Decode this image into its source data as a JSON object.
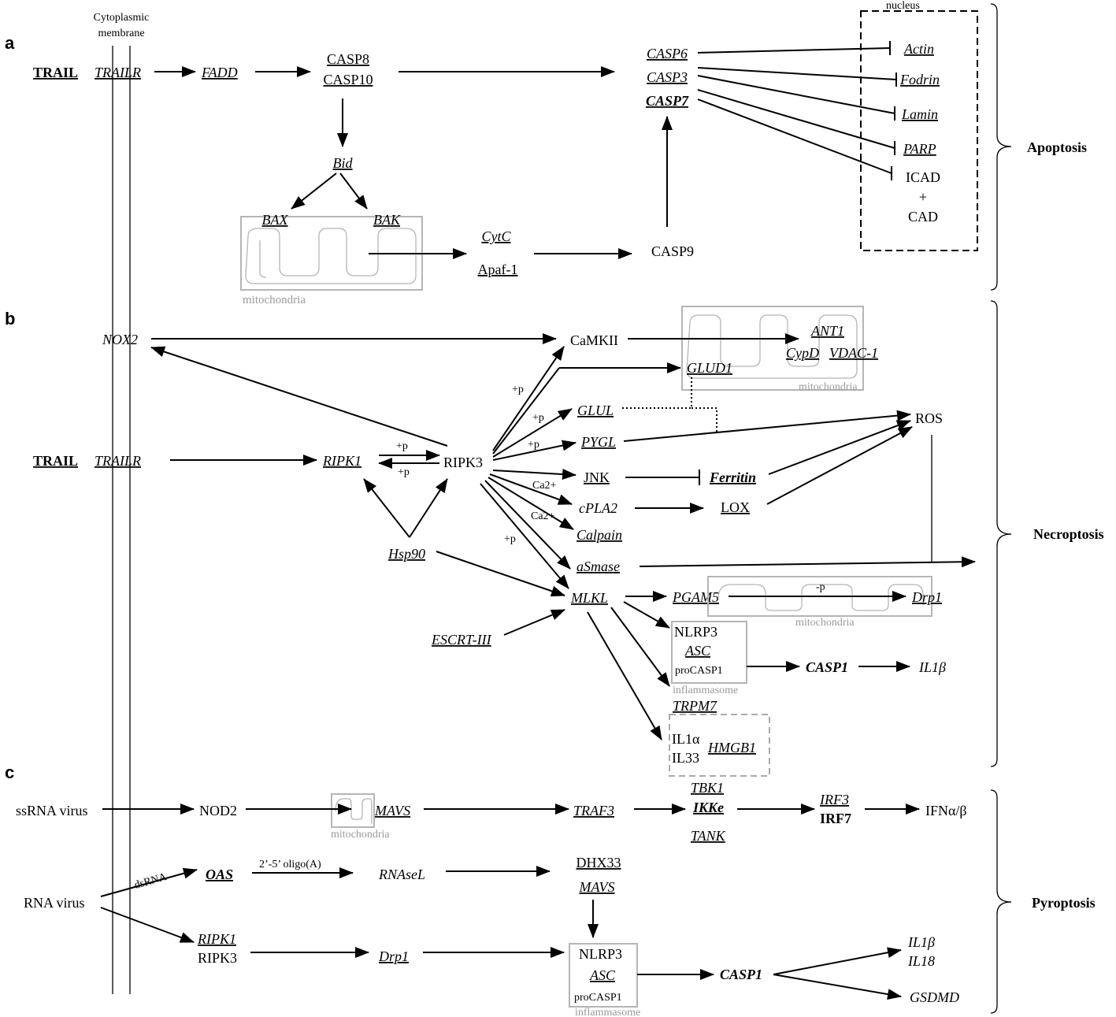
{
  "panels": {
    "a": "a",
    "b": "b",
    "c": "c"
  },
  "outcomes": {
    "apoptosis": "Apoptosis",
    "necroptosis": "Necroptosis",
    "pyroptosis": "Pyroptosis"
  },
  "membrane": {
    "line1": "Cytoplasmic",
    "line2": "membrane"
  },
  "compartments": {
    "nucleus": "nucleus",
    "mitochondria": "mitochondria",
    "inflammasome": "inflammasome"
  },
  "a": {
    "trail": "TRAIL",
    "trailr": "TRAILR",
    "fadd": "FADD",
    "casp8": "CASP8",
    "casp10": "CASP10",
    "bid": "Bid",
    "bax": "BAX",
    "bak": "BAK",
    "cytc": "CytC",
    "apaf1": "Apaf-1",
    "casp9": "CASP9",
    "casp6": "CASP6",
    "casp3": "CASP3",
    "casp7": "CASP7",
    "actin": "Actin",
    "fodrin": "Fodrin",
    "lamin": "Lamin",
    "parp": "PARP",
    "icad": "ICAD",
    "plus": "+",
    "cad": "CAD"
  },
  "b": {
    "nox2": "NOX2",
    "camkii": "CaMKII",
    "ant1": "ANT1",
    "cypd": "CypD",
    "vdac1": "VDAC-1",
    "glud1": "GLUD1",
    "glul": "GLUL",
    "pygl": "PYGL",
    "ros": "ROS",
    "trail": "TRAIL",
    "trailr": "TRAILR",
    "ripk1": "RIPK1",
    "ripk3": "RIPK3",
    "jnk": "JNK",
    "ferritin": "Ferritin",
    "cpla2": "cPLA2",
    "lox": "LOX",
    "calpain": "Calpain",
    "asmase": "aSmase",
    "hsp90": "Hsp90",
    "mlkl": "MLKL",
    "pgam5": "PGAM5",
    "drp1": "Drp1",
    "escrt": "ESCRT-III",
    "nlrp3": "NLRP3",
    "asc": "ASC",
    "procasp1": "proCASP1",
    "casp1": "CASP1",
    "il1b": "IL1β",
    "trpm7": "TRPM7",
    "il1a": "IL1α",
    "il33": "IL33",
    "hmgb1": "HMGB1",
    "phospho": "+p",
    "dephospho": "-p",
    "ca": "Ca2+"
  },
  "c": {
    "ssrna": "ssRNA virus",
    "nod2": "NOD2",
    "mavs": "MAVS",
    "traf3": "TRAF3",
    "tbk1": "TBK1",
    "ikke": "IKKe",
    "tank": "TANK",
    "irf3": "IRF3",
    "irf7": "IRF7",
    "ifn": "IFNα/β",
    "rnavirus": "RNA virus",
    "dsrna": "dsRNA",
    "oas": "OAS",
    "oligo": "2’-5’ oligo(A)",
    "rnasel": "RNAseL",
    "dhx33": "DHX33",
    "mavs2": "MAVS",
    "ripk1": "RIPK1",
    "ripk3": "RIPK3",
    "drp1": "Drp1",
    "nlrp3": "NLRP3",
    "asc": "ASC",
    "procasp1": "proCASP1",
    "casp1": "CASP1",
    "il1b": "IL1β",
    "il18": "IL18",
    "gsdmd": "GSDMD"
  }
}
